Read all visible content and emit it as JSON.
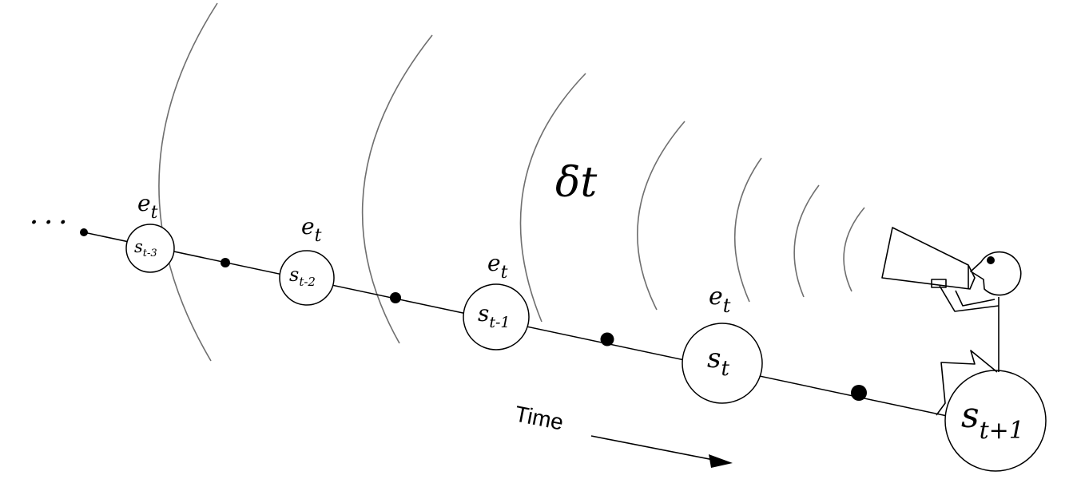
{
  "title_symbol": {
    "main": "δ",
    "sub": "t"
  },
  "ellipsis": "· · ·",
  "trace_label": {
    "main": "e",
    "sub": "t"
  },
  "states": [
    {
      "main": "s",
      "sub": "t-3"
    },
    {
      "main": "s",
      "sub": "t-2"
    },
    {
      "main": "s",
      "sub": "t-1"
    },
    {
      "main": "s",
      "sub": "t"
    },
    {
      "main": "s",
      "sub": "t+1"
    }
  ],
  "time_label": "Time",
  "colors": {
    "ink": "#000000",
    "wave": "#6f6f6f",
    "background": "#ffffff"
  },
  "icons": [
    "megaphone-icon",
    "stick-figure-icon",
    "time-arrow-icon"
  ]
}
